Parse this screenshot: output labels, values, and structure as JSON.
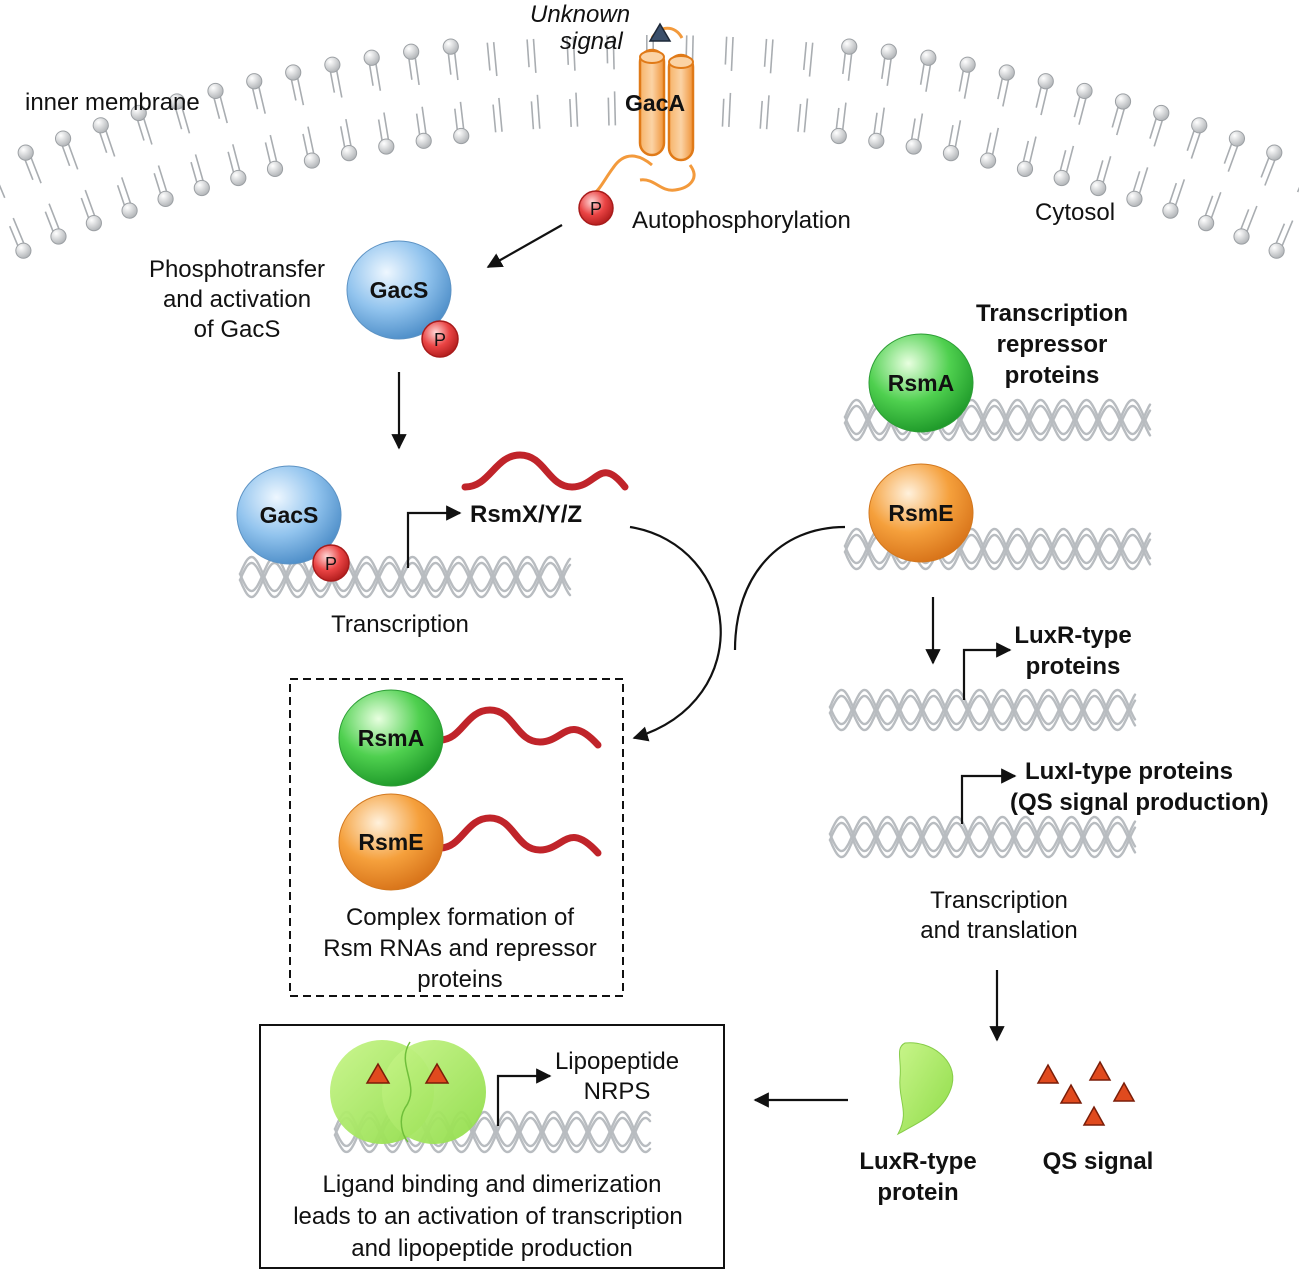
{
  "membrane": {
    "inner_membrane_label": "inner membrane",
    "cytosol_label": "Cytosol",
    "unknown_signal_line1": "Unknown",
    "unknown_signal_line2": "signal",
    "gaca_label": "GacA",
    "autophosphorylation_label": "Autophosphorylation"
  },
  "phospho_label": "P",
  "gacs": {
    "label": "GacS",
    "phosphotransfer_line1": "Phosphotransfer",
    "phosphotransfer_line2": "and activation",
    "phosphotransfer_line3": "of GacS",
    "transcription_label": "Transcription",
    "rsm_rna_label": "RsmX/Y/Z"
  },
  "repressors": {
    "header_line1": "Transcription",
    "header_line2": "repressor",
    "header_line3": "proteins",
    "rsma_label": "RsmA",
    "rsme_label": "RsmE"
  },
  "complex_box": {
    "rsma_label": "RsmA",
    "rsme_label": "RsmE",
    "caption_line1": "Complex formation of",
    "caption_line2": "Rsm RNAs and repressor",
    "caption_line3": "proteins"
  },
  "genes": {
    "luxr_line1": "LuxR-type",
    "luxr_line2": "proteins",
    "luxi_line1": "LuxI-type proteins",
    "luxi_line2": "(QS signal production)",
    "tt_line1": "Transcription",
    "tt_line2": "and translation"
  },
  "bottom": {
    "luxr_protein_line1": "LuxR-type",
    "luxr_protein_line2": "protein",
    "qs_signal_label": "QS signal",
    "lipopeptide_line1": "Lipopeptide",
    "lipopeptide_line2": "NRPS",
    "ligand_line1": "Ligand binding and dimerization",
    "ligand_line2": "leads to an activation of transcription",
    "ligand_line3": "and lipopeptide production"
  },
  "colors": {
    "gacs_blue": "#8ec2ec",
    "rsma_green": "#4fd04f",
    "rsme_orange": "#f5a03c",
    "phospho_red": "#e23a3a",
    "gaca_orange": "#f39a3c",
    "rna_red": "#c0242a",
    "luxr_green": "#a6e85a",
    "signal_red": "#e04a1e",
    "dna_grey": "#b8bcc0",
    "membrane_grey": "#c9cbcd"
  }
}
